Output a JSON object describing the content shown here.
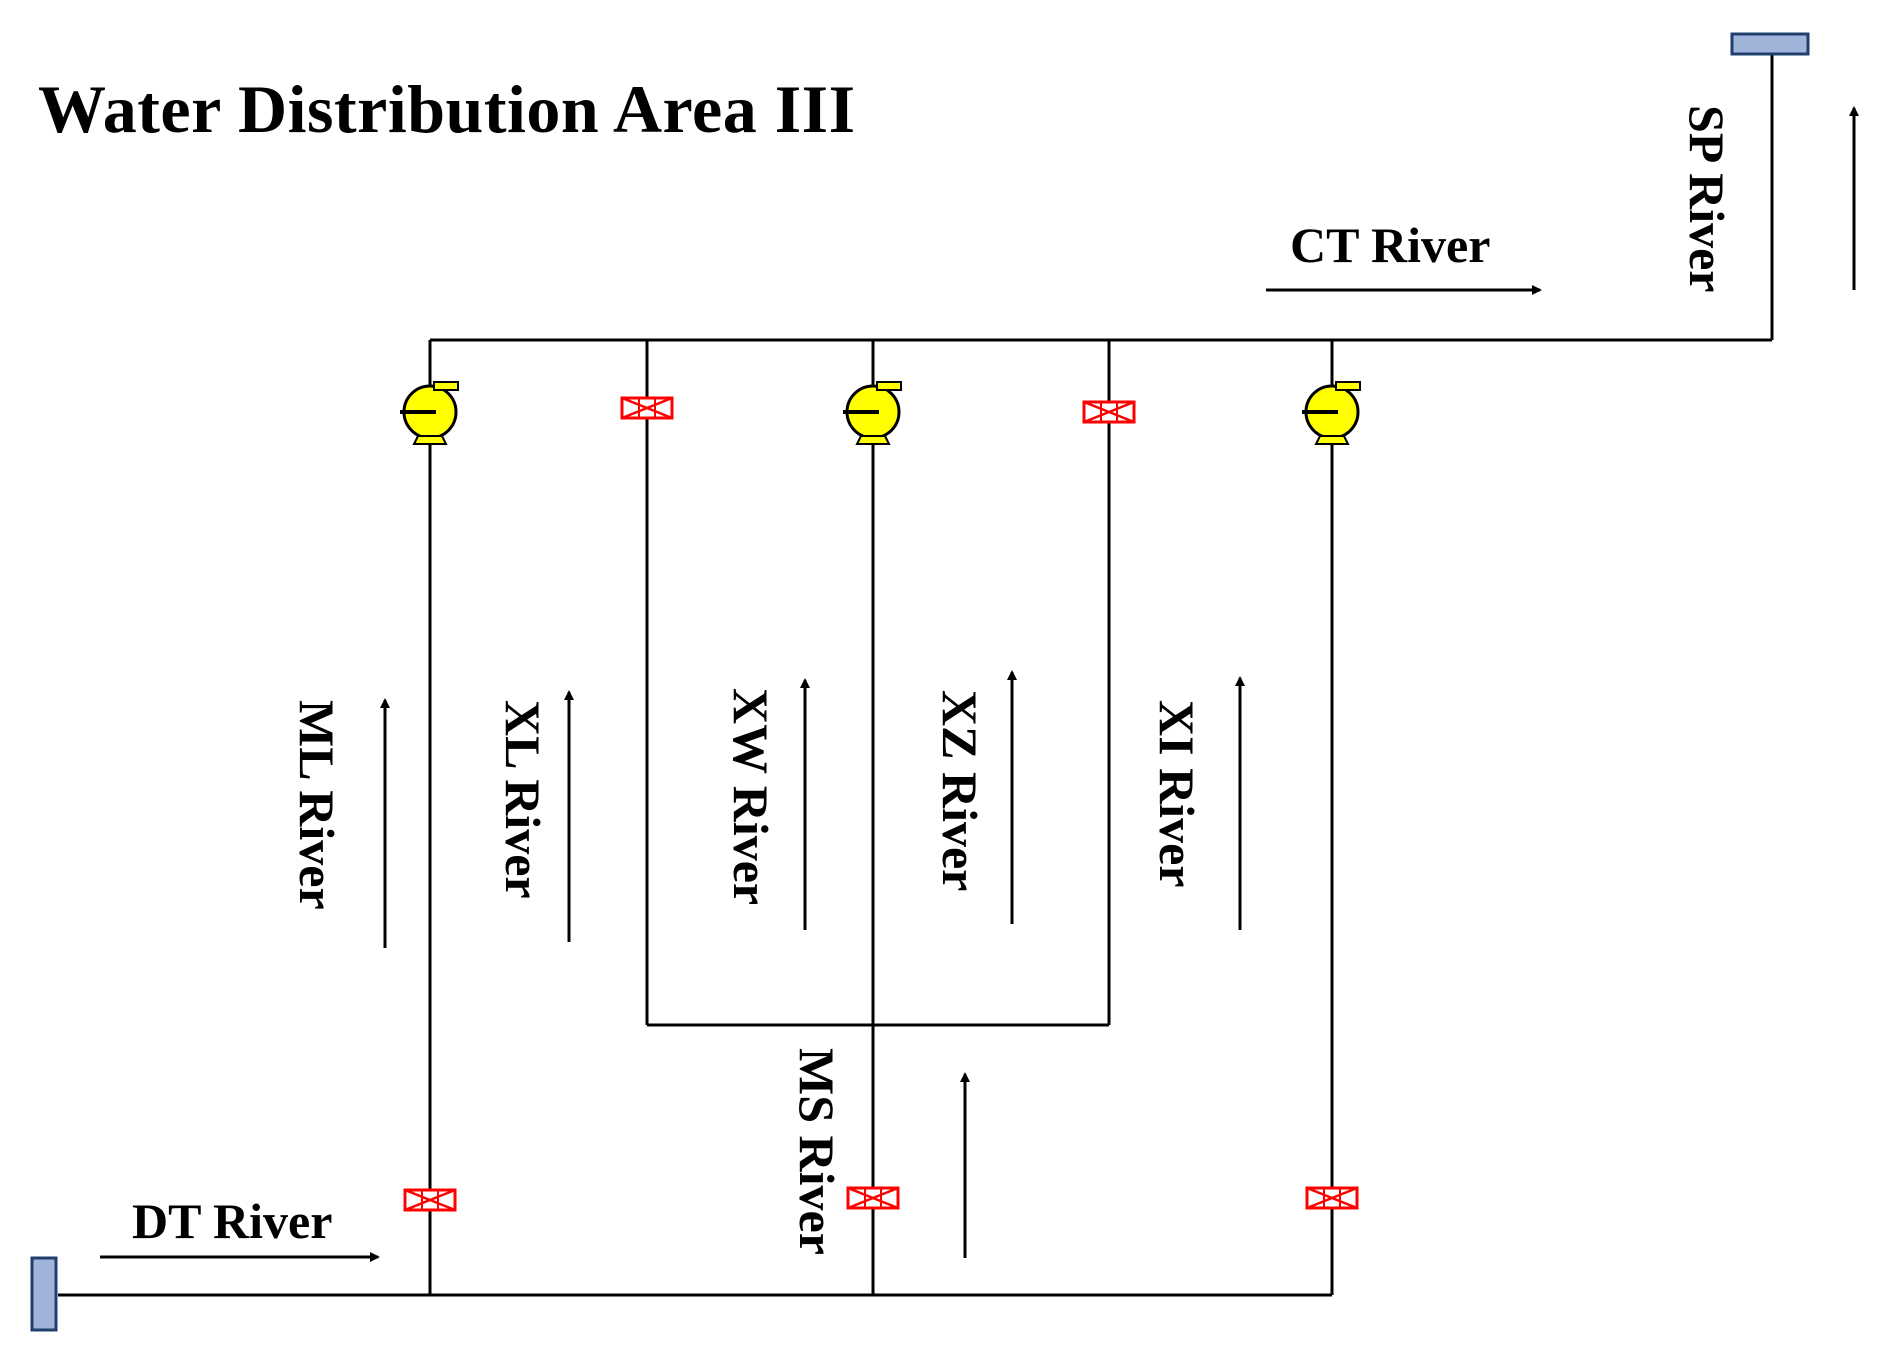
{
  "title": "Water Distribution Area III",
  "rivers": {
    "ct": "CT River",
    "sp": "SP River",
    "dt": "DT River",
    "ml": "ML River",
    "xl": "XL River",
    "xw": "XW River",
    "xz": "XZ River",
    "xi": "XI River",
    "ms": "MS River"
  },
  "colors": {
    "line": "#000000",
    "pump_fill": "#ffff00",
    "valve": "#ff0000",
    "reservoir_fill": "#9fb4d8",
    "reservoir_stroke": "#1f3f6f"
  },
  "icons": {
    "pump": "pump-icon",
    "valve": "gate-valve-icon",
    "reservoir": "reservoir-icon",
    "flow_arrow": "flow-arrow-icon"
  }
}
